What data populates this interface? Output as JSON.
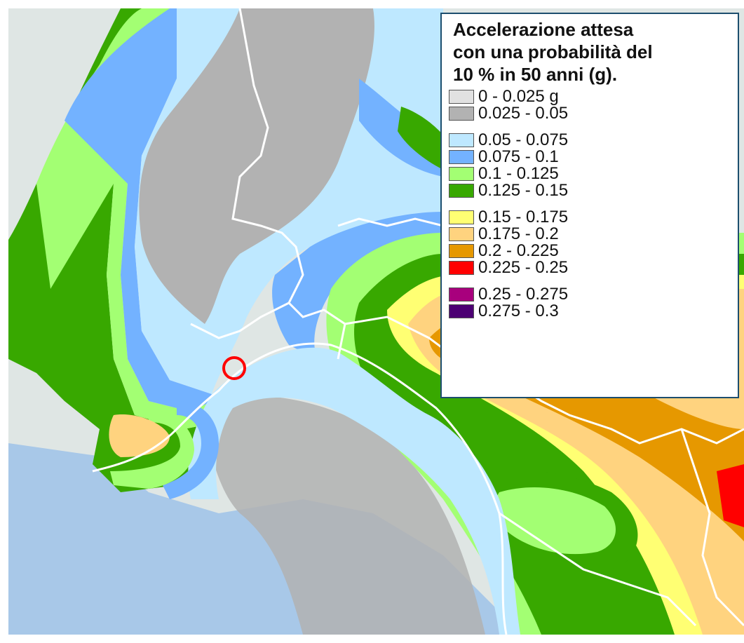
{
  "legend": {
    "title_lines": [
      "Accelerazione attesa",
      "con una probabilità del",
      "10 % in 50 anni (g)."
    ],
    "groups": [
      [
        {
          "label": "0 - 0.025 g",
          "color": "#e1e1e1"
        },
        {
          "label": "0.025 - 0.05",
          "color": "#b2b2b2"
        }
      ],
      [
        {
          "label": "0.05 - 0.075",
          "color": "#bee8ff"
        },
        {
          "label": "0.075 - 0.1",
          "color": "#73b2ff"
        },
        {
          "label": "0.1 - 0.125",
          "color": "#a3ff73"
        },
        {
          "label": "0.125 - 0.15",
          "color": "#38a800"
        }
      ],
      [
        {
          "label": "0.15 - 0.175",
          "color": "#ffff73"
        },
        {
          "label": "0.175 - 0.2",
          "color": "#ffd37f"
        },
        {
          "label": "0.2 - 0.225",
          "color": "#e69800"
        },
        {
          "label": "0.225 - 0.25",
          "color": "#ff0000"
        }
      ],
      [
        {
          "label": "0.25 - 0.275",
          "color": "#a8007d"
        },
        {
          "label": "0.275 - 0.3",
          "color": "#4c0073"
        }
      ]
    ]
  },
  "map": {
    "colors": {
      "sea": "#a8c8e8",
      "land": "#dfe6e4",
      "border": "#ffffff",
      "marker": "#ff0000"
    }
  }
}
